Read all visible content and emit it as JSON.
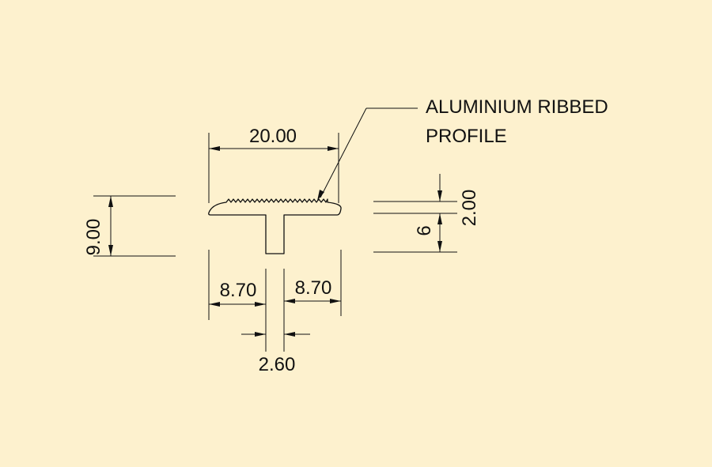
{
  "callout": {
    "line1": "ALUMINIUM RIBBED",
    "line2": "PROFILE"
  },
  "dimensions": {
    "overall_width": "20.00",
    "overall_height": "9.00",
    "left_flange": "8.70",
    "right_flange": "8.70",
    "stem_width": "2.60",
    "head_thickness": "2.00",
    "stem_height": "6"
  },
  "colors": {
    "background": "#FDF1CE",
    "linework": "#111111"
  }
}
